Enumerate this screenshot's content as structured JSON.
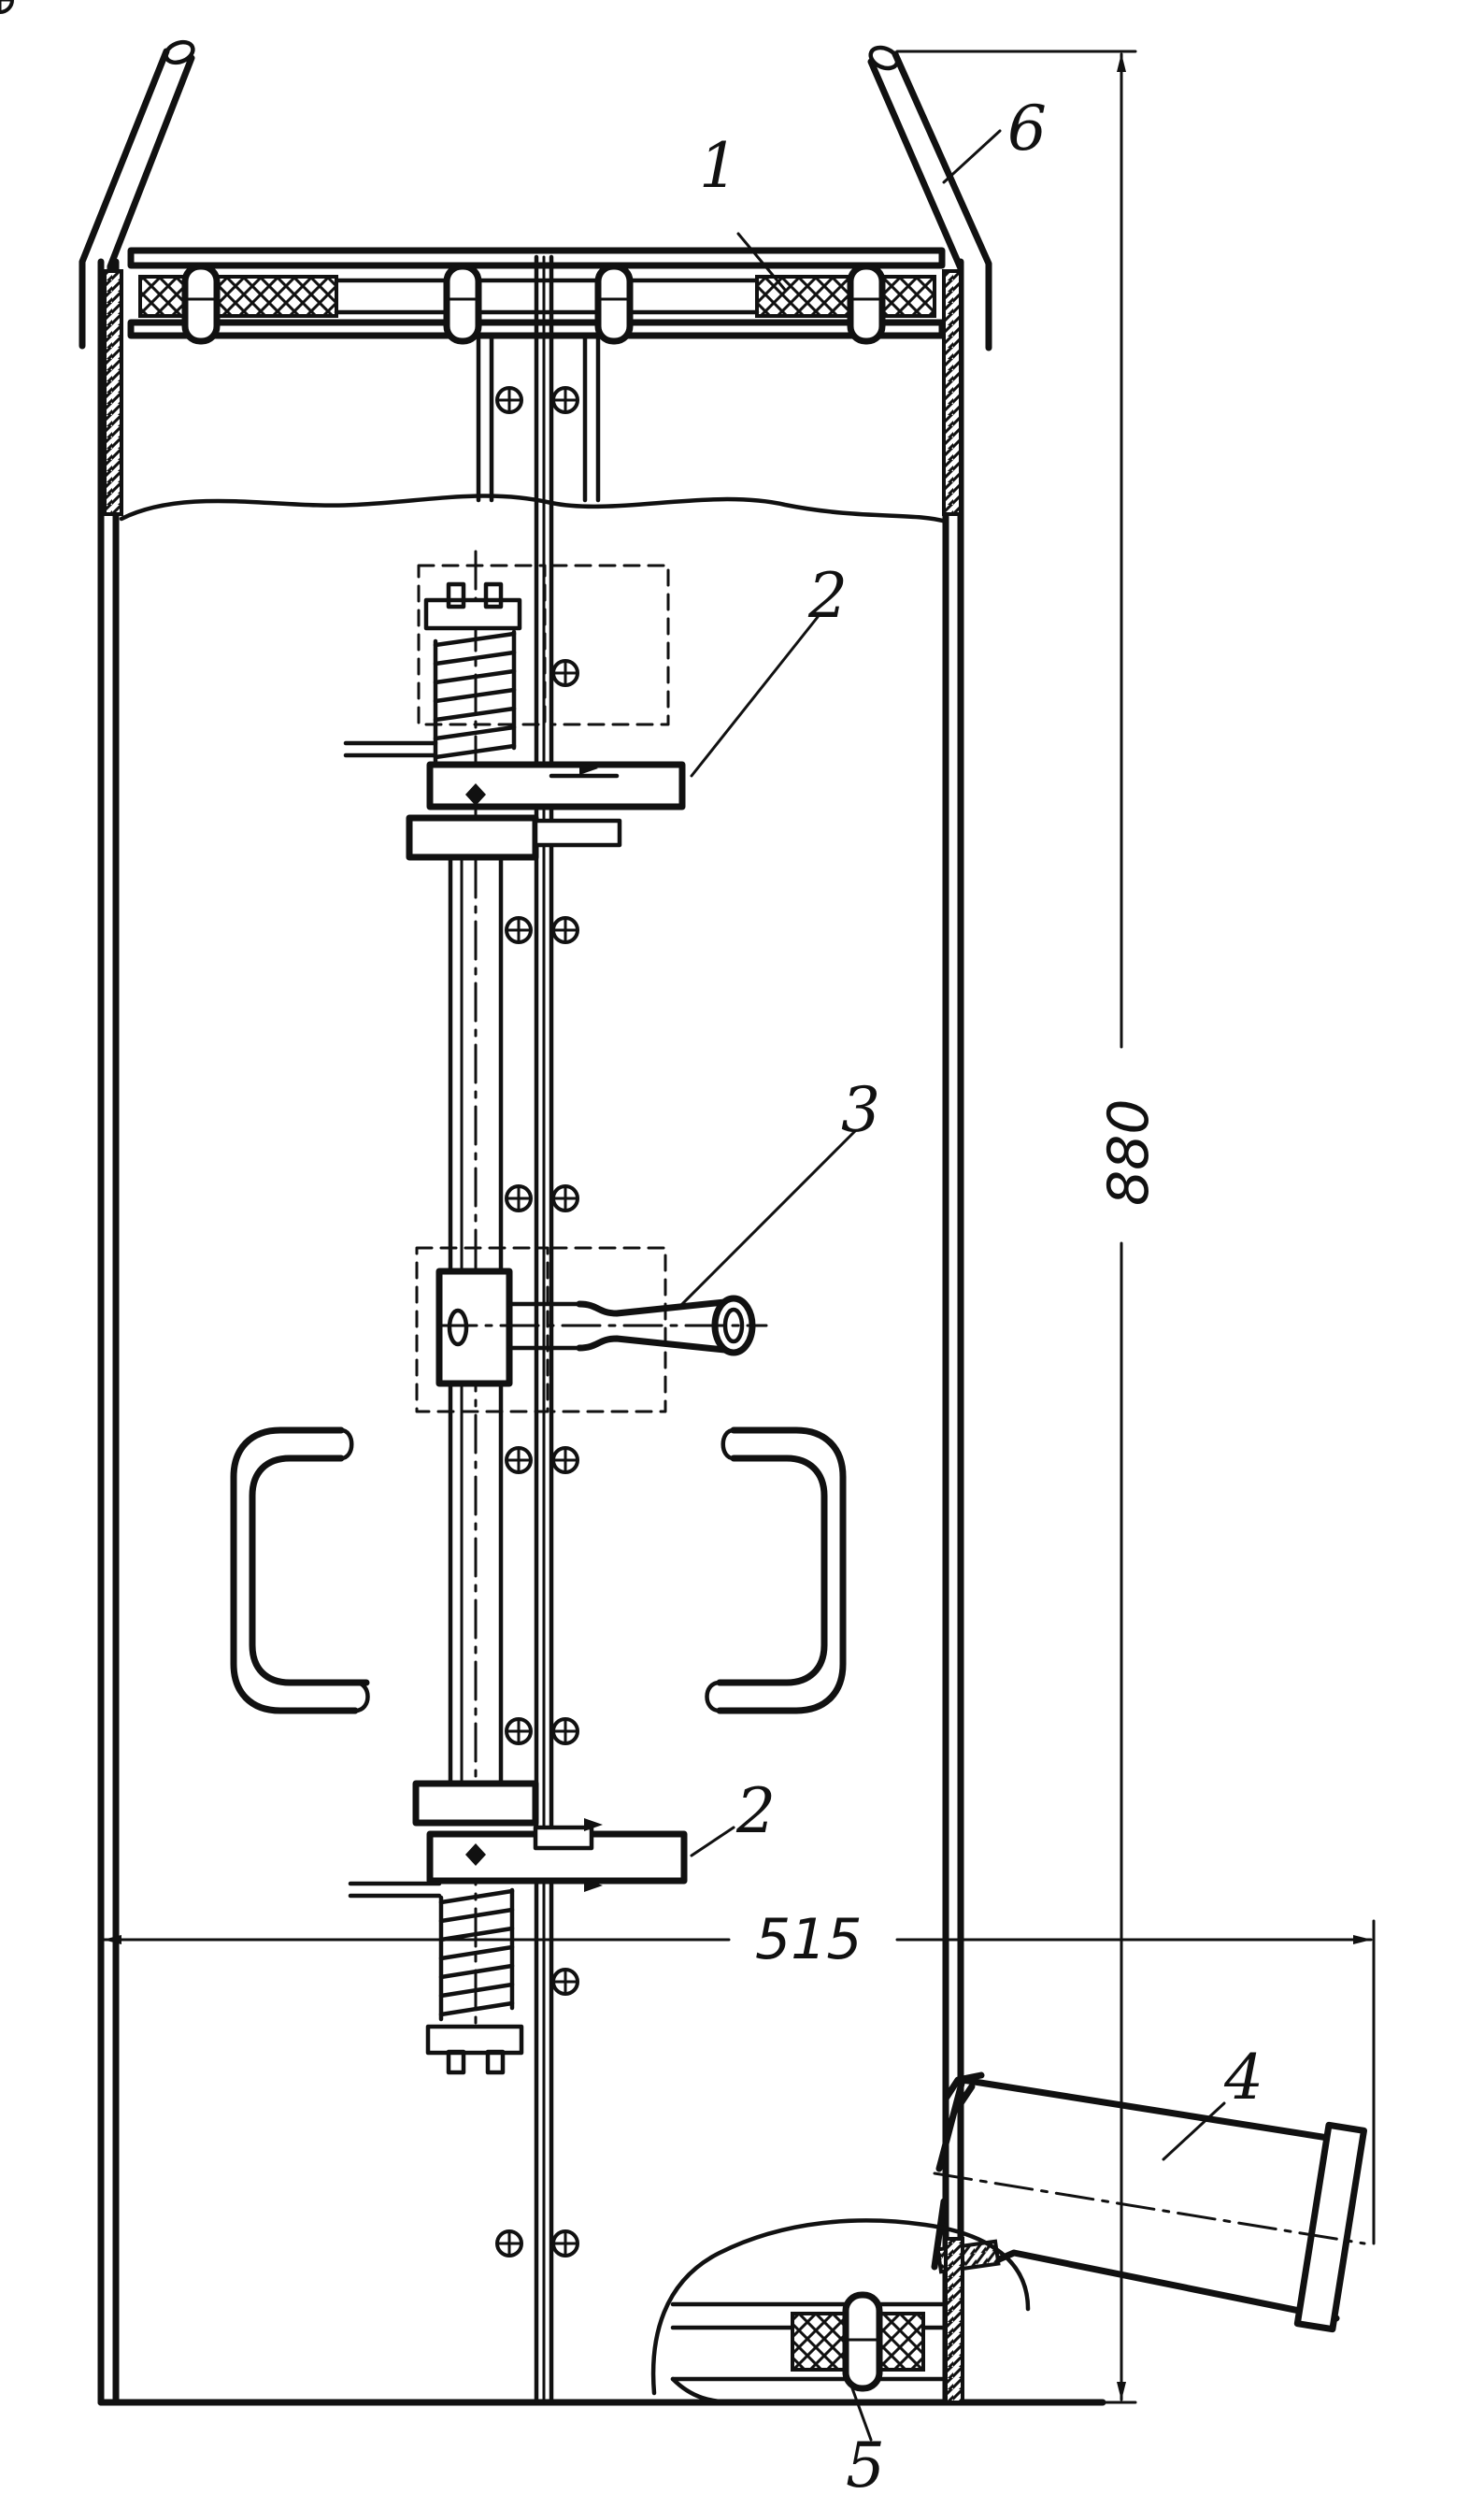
{
  "labels": {
    "l1": "1",
    "l2a": "2",
    "l2b": "2",
    "l3": "3",
    "l4": "4",
    "l5": "5",
    "l6": "6"
  },
  "dimensions": {
    "height": "880",
    "width": "515"
  }
}
